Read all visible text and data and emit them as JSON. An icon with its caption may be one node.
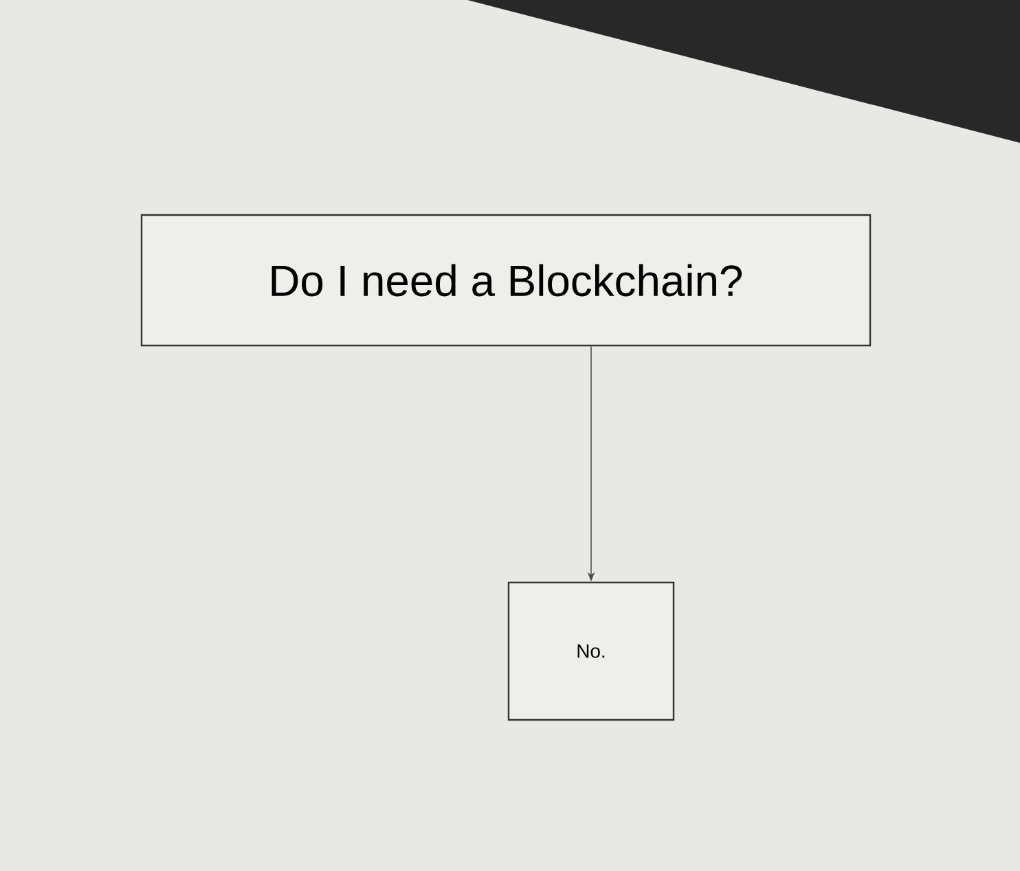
{
  "diagram": {
    "nodes": [
      {
        "text": [
          "Do I need a Blockchain?"
        ]
      },
      {
        "text": [
          "No."
        ]
      }
    ],
    "edges": [
      {
        "from": 0,
        "to": 1,
        "arrow": "to"
      }
    ]
  }
}
